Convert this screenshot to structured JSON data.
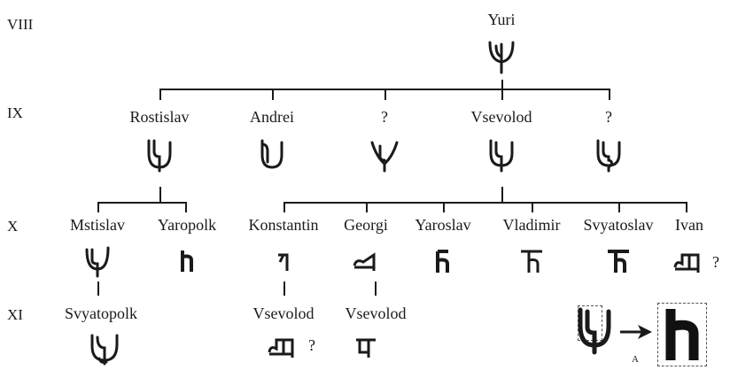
{
  "generations": {
    "g8": "VIII",
    "g9": "IX",
    "g10": "X",
    "g11": "XI"
  },
  "gen8": {
    "yuri": "Yuri"
  },
  "gen9": {
    "rostislav": "Rostislav",
    "andrei": "Andrei",
    "unknown1": "?",
    "vsevolod": "Vsevolod",
    "unknown2": "?"
  },
  "gen10": {
    "mstislav": "Mstislav",
    "yaropolk": "Yaropolk",
    "konstantin": "Konstantin",
    "georgi": "Georgi",
    "yaroslav": "Yaroslav",
    "vladimir": "Vladimir",
    "svyatoslav": "Svyatoslav",
    "ivan": "Ivan"
  },
  "gen11": {
    "svyatopolk": "Svyatopolk",
    "vsevolod_k": "Vsevolod",
    "vsevolod_g": "Vsevolod"
  },
  "marks": {
    "ivan_q": "?",
    "vsevolod_k_q": "?",
    "inset_label": "A"
  },
  "colors": {
    "ink": "#1a1a1a",
    "inset_border": "#555555"
  }
}
